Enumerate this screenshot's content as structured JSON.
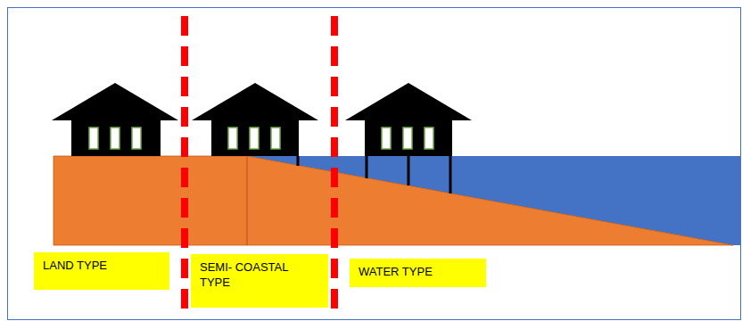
{
  "diagram": {
    "nodes": [
      {
        "text": [
          "LAND TYPE"
        ]
      },
      {
        "text": [
          "SEMI- COASTAL TYPE"
        ]
      },
      {
        "text": [
          "WATER TYPE"
        ]
      }
    ]
  }
}
